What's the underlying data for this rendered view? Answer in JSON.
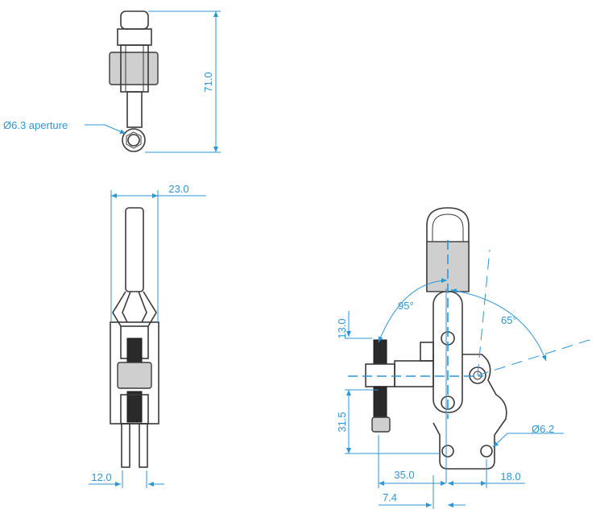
{
  "dimensions": {
    "height_top": "71.0",
    "aperture_note": "Ø6.3 aperture",
    "width_front": "23.0",
    "width_bottom": "12.0",
    "angle_left": "95°",
    "angle_right": "65°",
    "vertical_13": "13.0",
    "vertical_31": "31.5",
    "hole_dia": "Ø6.2",
    "horiz_35": "35.0",
    "horiz_18": "18.0",
    "horiz_7": "7.4"
  },
  "colors": {
    "dimension": "#2f95d4",
    "outline": "#3a3a3a"
  }
}
